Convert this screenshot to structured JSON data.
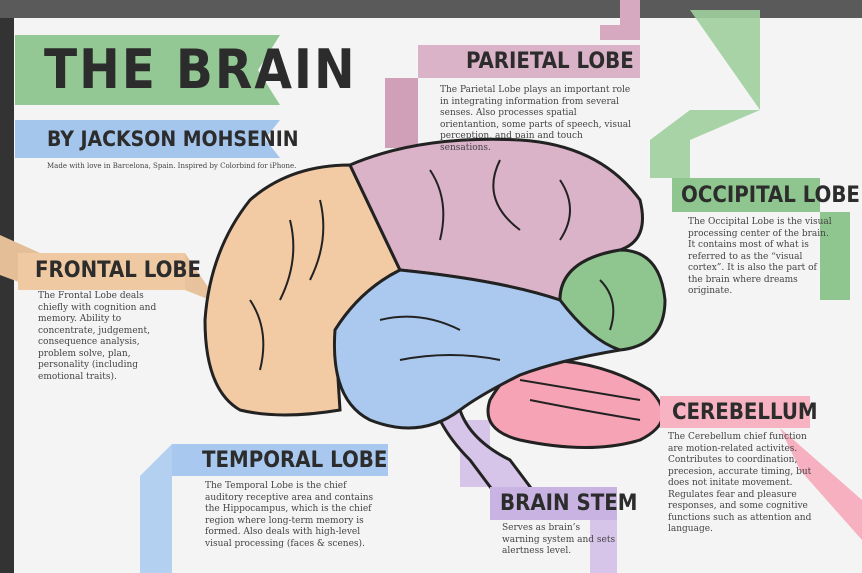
{
  "title": "THE BRAIN",
  "author": "BY JACKSON MOHSENIN",
  "credit": "Made with love in Barcelona, Spain. Inspired by Colorbind for iPhone.",
  "colors": {
    "frontal": "#f2cba5",
    "parietal": "#dbb3c9",
    "occipital": "#8fc68f",
    "temporal": "#abc9ef",
    "cerebellum": "#f5a3b5",
    "stem": "#d6c4e9",
    "title": "#93c793",
    "author": "#a4c5ec"
  },
  "sections": {
    "frontal": {
      "title": "FRONTAL LOBE",
      "text": "The Frontal Lobe deals chiefly with cognition and memory. Ability to concentrate, judgement, consequence analysis, problem solve, plan, personality (including emotional traits)."
    },
    "parietal": {
      "title": "PARIETAL LOBE",
      "text": "The Parietal Lobe plays an important role in integrating information from several senses. Also processes spatial orientantion, some parts of speech, visual perception, and pain and touch sensations."
    },
    "occipital": {
      "title": "OCCIPITAL LOBE",
      "text": "The Occipital Lobe is the visual processing center of the brain. It contains most of what is referred to as the “visual cortex”. It is also the part of the brain where dreams originate."
    },
    "temporal": {
      "title": "TEMPORAL LOBE",
      "text": "The Temporal Lobe is the chief auditory receptive area and contains the Hippocampus, which is the chief region where long-term memory is formed. Also deals with high-level visual processing (faces & scenes)."
    },
    "cerebellum": {
      "title": "CEREBELLUM",
      "text": "The Cerebellum chief function are motion-related activites. Contributes to coordination, precesion, accurate timing, but does not initate movement. Regulates fear and pleasure responses, and some cognitive functions such as attention and language."
    },
    "stem": {
      "title": "BRAIN STEM",
      "text": "Serves as brain’s warning system and sets alertness level."
    }
  }
}
